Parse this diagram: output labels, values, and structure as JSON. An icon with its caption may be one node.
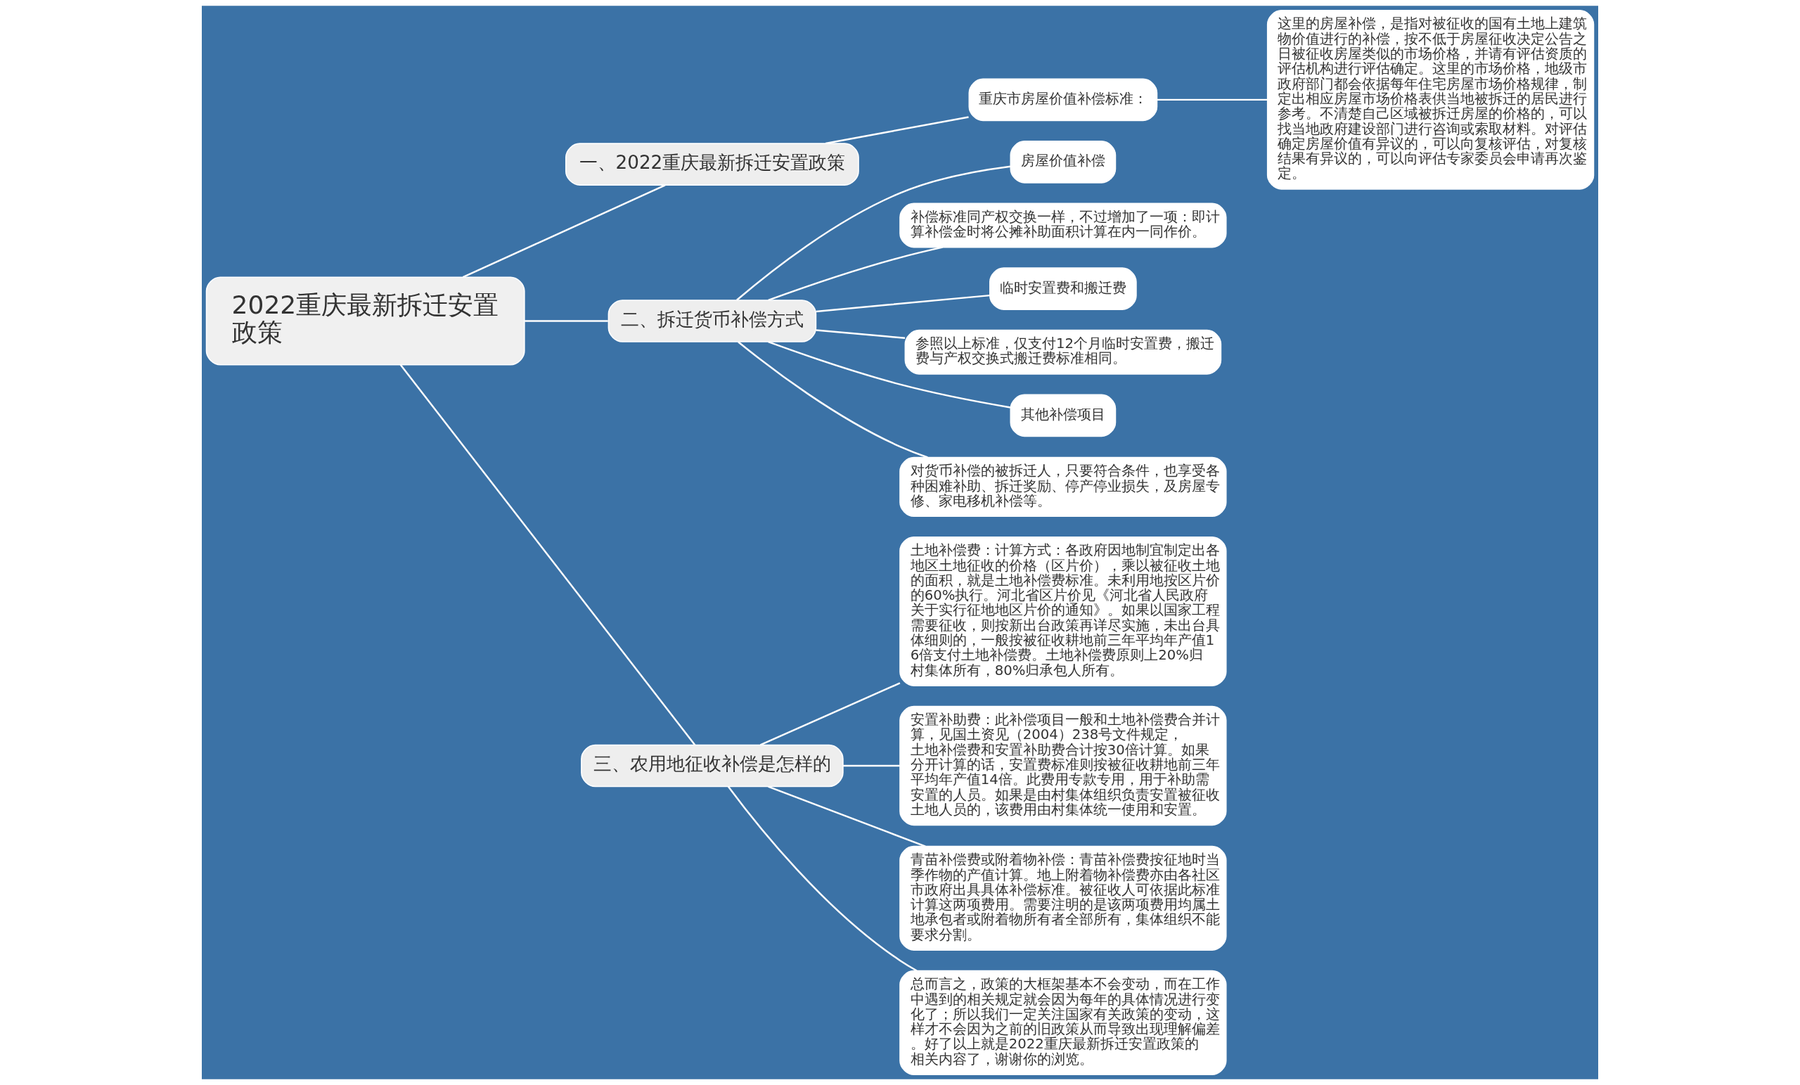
{
  "diagram": {
    "nodes": [
      {
        "text": [
          "2022重庆最新拆迁安置政策"
        ]
      },
      {
        "text": [
          "一、2022重庆最新拆迁安置政策"
        ]
      },
      {
        "text": [
          "重庆市房屋价值补偿标准："
        ]
      },
      {
        "text": [
          "这里的房屋补偿，是指对被征收的国有土地上建筑物价值进行的补偿，按不低于房屋征收决定公告之日被征收房屋类似的市场价格，并请有评估资质的评估机构进行评估确定。这里的市场价格，地级市政府部门都会依据每年住宅房屋市场价格规律，制定出相应房屋市场价格表供当地被拆迁的居民进行参考。不清楚自己区域被拆迁房屋的价格的，可以找当地政府建设部门进行咨询或索取材料。对评估确定房屋价值有异议的，可以向复核评估，对复核结果有异议的，可以向评估专家委员会申请再次鉴定。"
        ]
      },
      {
        "text": [
          "二、拆迁货币补偿方式"
        ]
      },
      {
        "text": [
          "房屋价值补偿"
        ]
      },
      {
        "text": [
          "补偿标准同产权交换一样，不过增加了一项：即计算补偿金时将公摊补助面积计算在内一同作价。"
        ]
      },
      {
        "text": [
          "临时安置费和搬迁费"
        ]
      },
      {
        "text": [
          "参照以上标准，仅支付12个月临时安置费，搬迁费与产权交换式搬迁费标准相同。"
        ]
      },
      {
        "text": [
          "其他补偿项目"
        ]
      },
      {
        "text": [
          "对货币补偿的被拆迁人，只要符合条件，也享受各种困难补助、拆迁奖励、停产停业损失，及房屋专修、家电移机补偿等。"
        ]
      },
      {
        "text": [
          "三、农用地征收补偿是怎样的"
        ]
      },
      {
        "text": [
          "土地补偿费：计算方式：各政府因地制宜制定出各地区土地征收的价格（区片价），乘以被征收土地的面积，就是土地补偿费标准。未利用地按区片价的60%执行。河北省区片价见《河北省人民政府关于实行征地地区片价的通知》。如果以国家工程需要征收，则按新出台政策再详尽实施，未出台具体细则的，一般按被征收耕地前三年平均年产值16倍支付土地补偿费。土地补偿费原则上20%归村集体所有，80%归承包人所有。"
        ]
      },
      {
        "text": [
          "安置补助费：此补偿项目一般和土地补偿费合并计算，见国土资见（2004）238号文件规定，土地补偿费和安置补助费合计按30倍计算。如果分开计算的话，安置费标准则按被征收耕地前三年平均年产值14倍。此费用专款专用，用于补助需安置的人员。如果是由村集体组织负责安置被征收土地人员的，该费用由村集体统一使用和安置。"
        ]
      },
      {
        "text": [
          "青苗补偿费或附着物补偿：青苗补偿费按征地时当季作物的产值计算。地上附着物补偿费亦由各社区市政府出具具体补偿标准。被征收人可依据此标准计算这两项费用。需要注明的是该两项费用均属土地承包者或附着物所有者全部所有，集体组织不能要求分割。"
        ]
      },
      {
        "text": [
          "总而言之，政策的大框架基本不会变动，而在工作中遇到的相关规定就会因为每年的具体情况进行变化了；所以我们一定关注国家有关政策的变动，这样才不会因为之前的旧政策从而导致出现理解偏差。好了以上就是2022重庆最新拆迁安置政策的相关内容了，谢谢你的浏览。"
        ]
      }
    ],
    "edges": [
      {
        "from": 0,
        "to": 1,
        "arrow": "none"
      },
      {
        "from": 1,
        "to": 2,
        "arrow": "none"
      },
      {
        "from": 2,
        "to": 3,
        "arrow": "none"
      },
      {
        "from": 0,
        "to": 4,
        "arrow": "none"
      },
      {
        "from": 4,
        "to": 5,
        "arrow": "none"
      },
      {
        "from": 4,
        "to": 6,
        "arrow": "none"
      },
      {
        "from": 4,
        "to": 7,
        "arrow": "none"
      },
      {
        "from": 4,
        "to": 8,
        "arrow": "none"
      },
      {
        "from": 4,
        "to": 9,
        "arrow": "none"
      },
      {
        "from": 4,
        "to": 10,
        "arrow": "none"
      },
      {
        "from": 0,
        "to": 11,
        "arrow": "none"
      },
      {
        "from": 11,
        "to": 12,
        "arrow": "none"
      },
      {
        "from": 11,
        "to": 13,
        "arrow": "none"
      },
      {
        "from": 11,
        "to": 14,
        "arrow": "none"
      },
      {
        "from": 11,
        "to": 15,
        "arrow": "none"
      }
    ]
  }
}
